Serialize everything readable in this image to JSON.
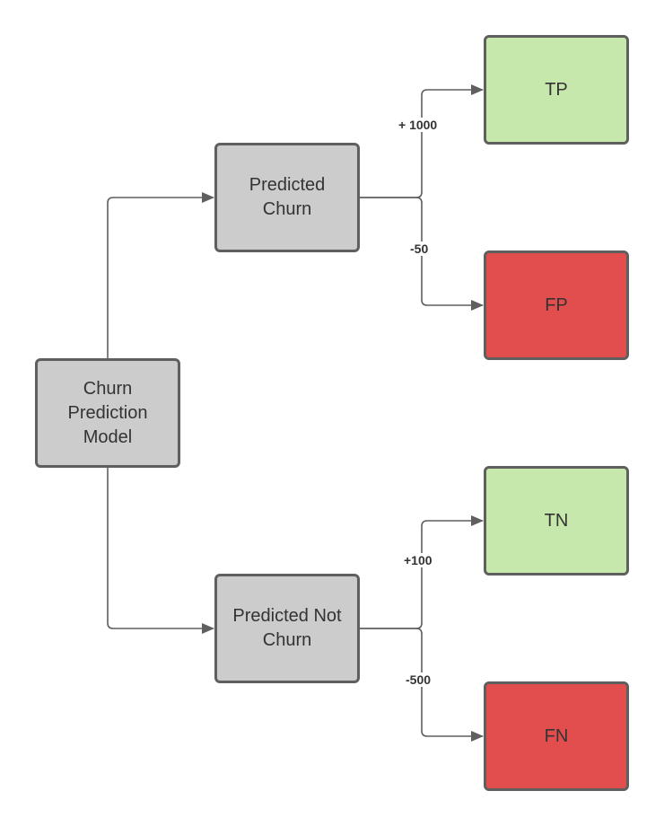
{
  "colors": {
    "decision_fill": "#cccccc",
    "positive_fill": "#c7e8ac",
    "negative_fill": "#e24d4d",
    "stroke": "#5f5f5f",
    "text": "#333333"
  },
  "nodes": {
    "model": {
      "lines": [
        "Churn",
        "Prediction",
        "Model"
      ]
    },
    "predicted_churn": {
      "lines": [
        "Predicted",
        "Churn"
      ]
    },
    "predicted_not_churn": {
      "lines": [
        "Predicted Not",
        "Churn"
      ]
    },
    "tp": {
      "label": "TP"
    },
    "fp": {
      "label": "FP"
    },
    "tn": {
      "label": "TN"
    },
    "fn": {
      "label": "FN"
    }
  },
  "edges": [
    {
      "from": "model",
      "to": "predicted_churn",
      "label": ""
    },
    {
      "from": "model",
      "to": "predicted_not_churn",
      "label": ""
    },
    {
      "from": "predicted_churn",
      "to": "tp",
      "label": "+ 1000"
    },
    {
      "from": "predicted_churn",
      "to": "fp",
      "label": "-50"
    },
    {
      "from": "predicted_not_churn",
      "to": "tn",
      "label": "+100"
    },
    {
      "from": "predicted_not_churn",
      "to": "fn",
      "label": "-500"
    }
  ]
}
